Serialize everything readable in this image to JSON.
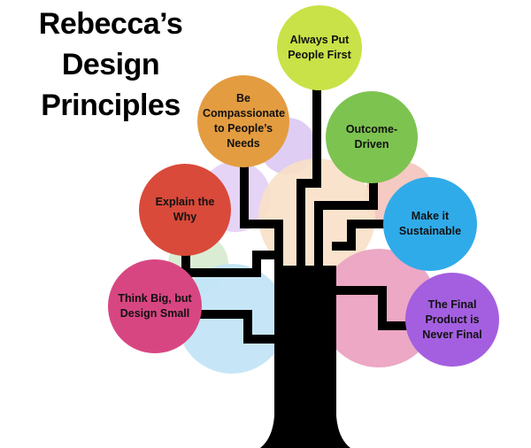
{
  "title": {
    "line1": "Rebecca’s Design",
    "line2": "Principles"
  },
  "principles": [
    {
      "label": "Always Put People First",
      "color": "#c9e247"
    },
    {
      "label": "Be Compassionate to People’s Needs",
      "color": "#e39c40"
    },
    {
      "label": "Outcome-Driven",
      "color": "#7dc350"
    },
    {
      "label": "Explain the Why",
      "color": "#d94a3a"
    },
    {
      "label": "Make it Sustainable",
      "color": "#30abe9"
    },
    {
      "label": "Think Big, but Design Small",
      "color": "#d84682"
    },
    {
      "label": "The Final Product is Never Final",
      "color": "#a45fe0"
    }
  ]
}
